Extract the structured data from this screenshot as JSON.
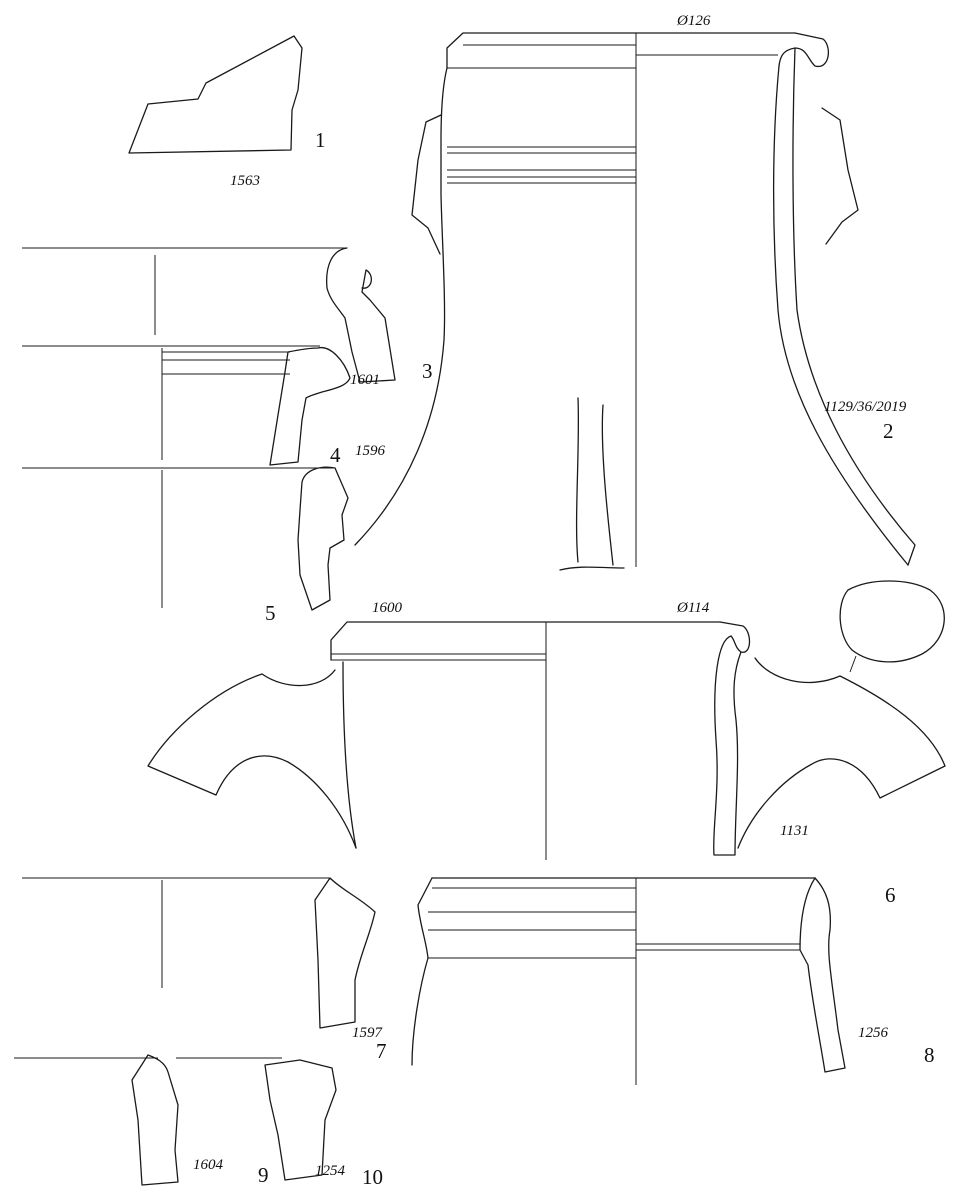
{
  "figure": {
    "items": [
      {
        "number": "1",
        "inventory": "1563"
      },
      {
        "number": "2",
        "inventory": "1129/36/2019",
        "diameter": "Ø126"
      },
      {
        "number": "3",
        "inventory": "1601"
      },
      {
        "number": "4",
        "inventory": "1596"
      },
      {
        "number": "5",
        "inventory": ""
      },
      {
        "number": "6",
        "inventory": "1600",
        "diameter": "Ø114",
        "inventory_b": "1131"
      },
      {
        "number": "7",
        "inventory": "1597"
      },
      {
        "number": "8",
        "inventory": "1256"
      },
      {
        "number": "9",
        "inventory": "1604"
      },
      {
        "number": "10",
        "inventory": "1254"
      }
    ]
  }
}
